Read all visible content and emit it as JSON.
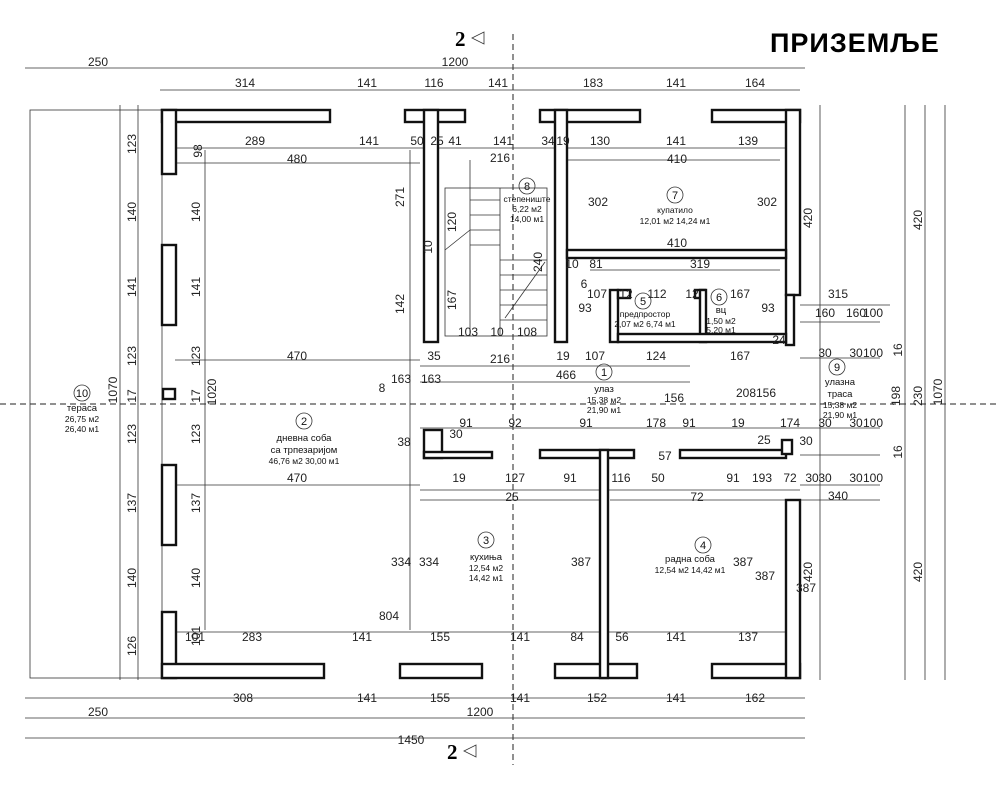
{
  "title": "ПРИЗЕМЉЕ",
  "section": {
    "label": "2"
  },
  "dims": {
    "total_top": "1200",
    "terrace_top": "250",
    "top_row": [
      "314",
      "141",
      "116",
      "141",
      "183",
      "141",
      "164"
    ],
    "inner_top_row": [
      "289",
      "141",
      "50",
      "25",
      "41",
      "141",
      "34",
      "19",
      "130",
      "141",
      "139"
    ],
    "bottom_row": [
      "308",
      "141",
      "155",
      "141",
      "152",
      "141",
      "162"
    ],
    "inner_bottom_row": [
      "101",
      "283",
      "141",
      "155",
      "141",
      "84",
      "56",
      "141",
      "137"
    ],
    "total_bottom": "1200",
    "terrace_bottom": "250",
    "overall_bottom": "1450",
    "left_outer": [
      "123",
      "140",
      "141",
      "123",
      "17",
      "123",
      "137",
      "140",
      "126"
    ],
    "left_total": "1070",
    "left_inner": [
      "98",
      "140",
      "141",
      "123",
      "17",
      "123",
      "137",
      "140",
      "101"
    ],
    "left_inner_total": "1020",
    "right_outer": [
      "420",
      "230",
      "420"
    ],
    "right_total": "1070",
    "right_mid": [
      "420",
      "198",
      "420"
    ],
    "right_small": [
      "16",
      "16"
    ],
    "stair_widths": [
      "216",
      "216"
    ],
    "stair_side": [
      "271",
      "142",
      "120",
      "167",
      "240",
      "10"
    ],
    "living_widths": [
      "480",
      "470",
      "470",
      "804"
    ],
    "misc": [
      "410",
      "410",
      "319",
      "302",
      "302",
      "10",
      "81",
      "107",
      "12",
      "112",
      "12",
      "167",
      "93",
      "93",
      "6",
      "103",
      "10",
      "108",
      "35",
      "19",
      "107",
      "124",
      "167",
      "24",
      "466",
      "163",
      "163",
      "208",
      "156",
      "156",
      "91",
      "92",
      "91",
      "178",
      "91",
      "19",
      "174",
      "25",
      "30",
      "38",
      "57",
      "19",
      "127",
      "91",
      "116",
      "50",
      "91",
      "193",
      "72",
      "25",
      "72",
      "334",
      "334",
      "387",
      "387",
      "387",
      "387",
      "315",
      "340",
      "160",
      "160",
      "100",
      "30",
      "30",
      "100",
      "30",
      "30",
      "100",
      "30",
      "30",
      "100",
      "30",
      "30",
      "8",
      "8",
      "1020"
    ]
  },
  "rooms": [
    {
      "num": "1",
      "name": "улаз",
      "area": "15,38 м2",
      "perim": "21,90 м1"
    },
    {
      "num": "2",
      "name": "дневна соба",
      "name2": "са трпезаријом",
      "area": "46,76 м2  30,00 м1"
    },
    {
      "num": "3",
      "name": "кухиња",
      "area": "12,54 м2",
      "perim": "14,42 м1"
    },
    {
      "num": "4",
      "name": "радна соба",
      "area": "12,54 м2  14,42 м1"
    },
    {
      "num": "5",
      "name": "предпростор",
      "area": "2,07 м2  6,74 м1"
    },
    {
      "num": "6",
      "name": "вц",
      "area": "1,50 м2",
      "perim": "5,20 м1"
    },
    {
      "num": "7",
      "name": "купатило",
      "area": "12,01 м2  14,24 м1"
    },
    {
      "num": "8",
      "name": "степениште",
      "area": "6,22 м2",
      "perim": "14,00 м1"
    },
    {
      "num": "9",
      "name": "улазна",
      "name2": "траса",
      "area": "15,38 м2",
      "perim": "21,90 м1"
    },
    {
      "num": "10",
      "name": "тераса",
      "area": "26,75 м2",
      "perim": "26,40 м1"
    }
  ]
}
